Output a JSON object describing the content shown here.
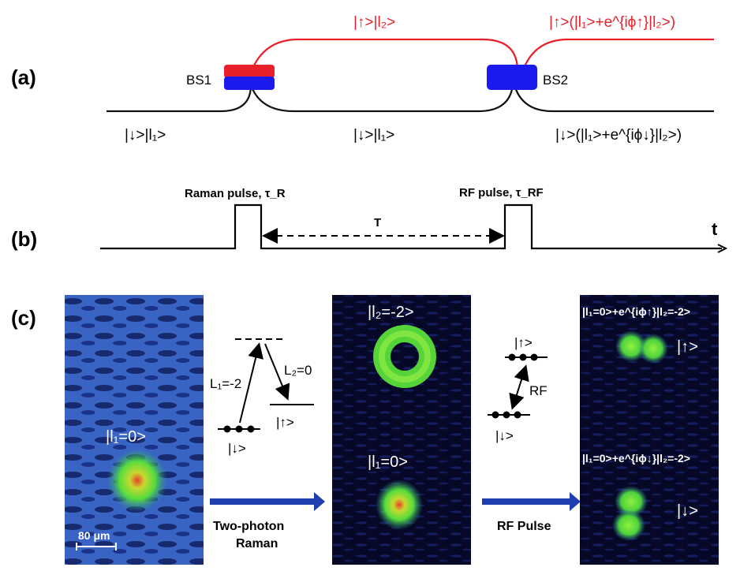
{
  "panel_labels": {
    "a": "(a)",
    "b": "(b)",
    "c": "(c)"
  },
  "panel_a": {
    "bs1_label": "BS1",
    "bs2_label": "BS2",
    "state_upper_mid": "|↑>|l₂>",
    "state_upper_out": "|↑>(|l₁>+e^{iϕ↑}|l₂>)",
    "state_input": "|↓>|l₁>",
    "state_lower_mid": "|↓>|l₁>",
    "state_lower_out": "|↓>(|l₁>+e^{iϕ↓}|l₂>)",
    "colors": {
      "upper_path": "#e8202a",
      "lower_path": "#111111",
      "bs_red": "#e8202a",
      "bs_blue": "#1a1aee"
    }
  },
  "panel_b": {
    "raman_label": "Raman pulse, τ_R",
    "rf_label": "RF pulse, τ_RF",
    "interval_label": "T",
    "axis_label": "t"
  },
  "panel_c": {
    "image1_state": "|l₁=0>",
    "scale_bar": "80 μm",
    "raman_diagram": {
      "l1_label": "L₁=-2",
      "l2_label": "L₂=0",
      "up_label": "|↑>",
      "down_label": "|↓>"
    },
    "arrow1_label_line1": "Two-photon",
    "arrow1_label_line2": "Raman",
    "image2_top_state": "|l₂=-2>",
    "image2_bottom_state": "|l₁=0>",
    "rf_diagram": {
      "up_label": "|↑>",
      "rf_label": "RF",
      "down_label": "|↓>"
    },
    "arrow2_label": "RF Pulse",
    "image3_top_state": "|l₁=0>+e^{iϕ↑}|l₂=-2>",
    "image3_top_spin": "|↑>",
    "image3_bottom_state": "|l₁=0>+e^{iϕ↓}|l₂=-2>",
    "image3_bottom_spin": "|↓>",
    "colors": {
      "arrow_blue": "#1f3fb0",
      "image_dark": "#0a0a30",
      "image_blue": "#2a4fb0",
      "cloud_green": "#5fe040",
      "cloud_core": "#e03060"
    }
  }
}
